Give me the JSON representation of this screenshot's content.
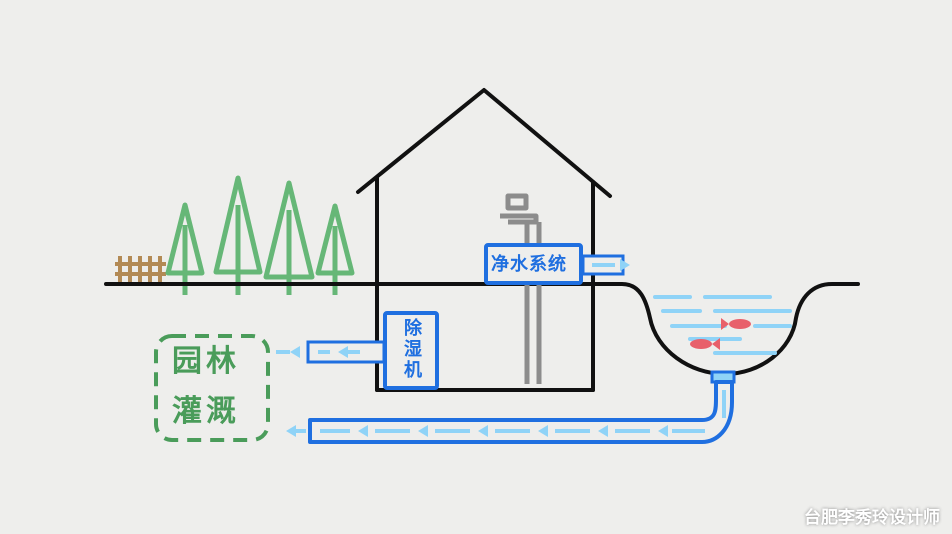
{
  "labels": {
    "water_purification": "净水系统",
    "dehumidifier": [
      "除",
      "湿",
      "机"
    ],
    "garden_irrigation": [
      "园林",
      "灌溉"
    ]
  },
  "watermark": "台肥李秀玲设计师",
  "colors": {
    "background": "#eeeeec",
    "outline": "#111111",
    "pipe_blue": "#1f6fe0",
    "water_light": "#8fd3f7",
    "tree_green": "#66b777",
    "garden_green": "#4a9c5a",
    "fence_brown": "#b38a55",
    "fish_red": "#e8606b",
    "faucet_gray": "#8c8c8c"
  },
  "icons": [
    "faucet-icon",
    "fish-icon",
    "tree-icon",
    "fence-icon"
  ]
}
